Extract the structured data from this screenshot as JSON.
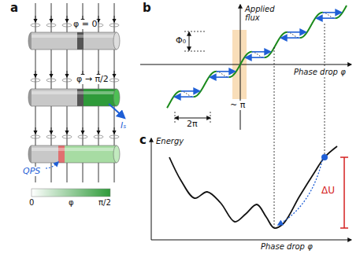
{
  "diagram": {
    "labels": [
      "a",
      "φ = 0",
      "φ → π/2",
      "Iₛ",
      "QPS",
      "0",
      "φ",
      "π/2",
      "b",
      "Applied flux",
      "Φ₀",
      "Phase drop φ",
      "~ π",
      "2π",
      "c",
      "Energy",
      "Phase drop φ",
      "ΔU"
    ]
  }
}
